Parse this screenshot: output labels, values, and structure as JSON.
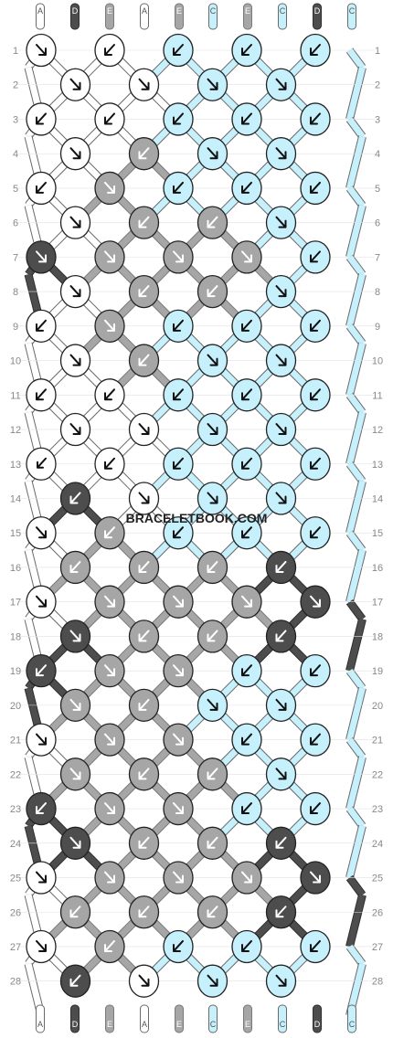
{
  "pattern": {
    "watermark": "BRACELETBOOK.COM",
    "row_numbers": [
      "1",
      "2",
      "3",
      "4",
      "5",
      "6",
      "7",
      "8",
      "9",
      "10",
      "11",
      "12",
      "13",
      "14",
      "15",
      "16",
      "17",
      "18",
      "19",
      "20",
      "21",
      "22",
      "23",
      "24",
      "25",
      "26",
      "27",
      "28"
    ],
    "colors": {
      "A": "#ffffff",
      "D": "#4d4d4d",
      "E": "#a6a6a6",
      "C": "#c5f0fc"
    },
    "top_strands": [
      "A",
      "D",
      "E",
      "A",
      "E",
      "C",
      "E",
      "C",
      "D",
      "C"
    ],
    "bottom_strands": [
      "A",
      "D",
      "E",
      "A",
      "E",
      "C",
      "E",
      "C",
      "D",
      "C"
    ],
    "knots": [
      [
        "A:f",
        "A:b",
        "C:b",
        "C:b",
        "C:b"
      ],
      [
        "A:f",
        "A:f",
        "C:f",
        "C:f"
      ],
      [
        "A:b",
        "A:b",
        "C:b",
        "C:b",
        "C:b"
      ],
      [
        "A:f",
        "E:b",
        "C:f",
        "C:f"
      ],
      [
        "A:b",
        "E:f",
        "C:b",
        "C:b",
        "C:b"
      ],
      [
        "A:f",
        "E:b",
        "E:b",
        "C:f"
      ],
      [
        "D:f",
        "E:f",
        "E:f",
        "E:f",
        "C:b"
      ],
      [
        "A:f",
        "E:b",
        "E:b",
        "C:f"
      ],
      [
        "A:b",
        "E:f",
        "C:b",
        "C:b",
        "C:b"
      ],
      [
        "A:f",
        "E:b",
        "C:f",
        "C:f"
      ],
      [
        "A:b",
        "A:b",
        "C:b",
        "C:b",
        "C:b"
      ],
      [
        "A:f",
        "A:f",
        "C:f",
        "C:f"
      ],
      [
        "A:bf",
        "A:b",
        "C:b",
        "C:b",
        "C:b"
      ],
      [
        "D:b",
        "A:f",
        "C:f",
        "C:f"
      ],
      [
        "A:f",
        "E:b",
        "C:b",
        "C:b",
        "C:b"
      ],
      [
        "E:b",
        "E:b",
        "E:b",
        "D:b"
      ],
      [
        "A:f",
        "E:f",
        "E:f",
        "E:f",
        "D:f"
      ],
      [
        "D:f",
        "E:b",
        "E:b",
        "D:b"
      ],
      [
        "D:b",
        "E:f",
        "E:f",
        "C:b",
        "C:b"
      ],
      [
        "E:f",
        "E:b",
        "C:f",
        "C:f"
      ],
      [
        "A:f",
        "E:f",
        "E:f",
        "C:b",
        "C:b"
      ],
      [
        "E:f",
        "E:b",
        "E:b",
        "C:f"
      ],
      [
        "D:b",
        "E:f",
        "E:f",
        "C:b",
        "C:b"
      ],
      [
        "D:f",
        "E:b",
        "E:b",
        "D:b"
      ],
      [
        "A:f",
        "E:f",
        "E:f",
        "E:f",
        "D:f"
      ],
      [
        "E:b",
        "E:b",
        "E:b",
        "D:b"
      ],
      [
        "A:f",
        "E:b",
        "C:b",
        "C:b",
        "C:b"
      ],
      [
        "D:b",
        "A:f",
        "C:f",
        "C:f"
      ]
    ]
  }
}
